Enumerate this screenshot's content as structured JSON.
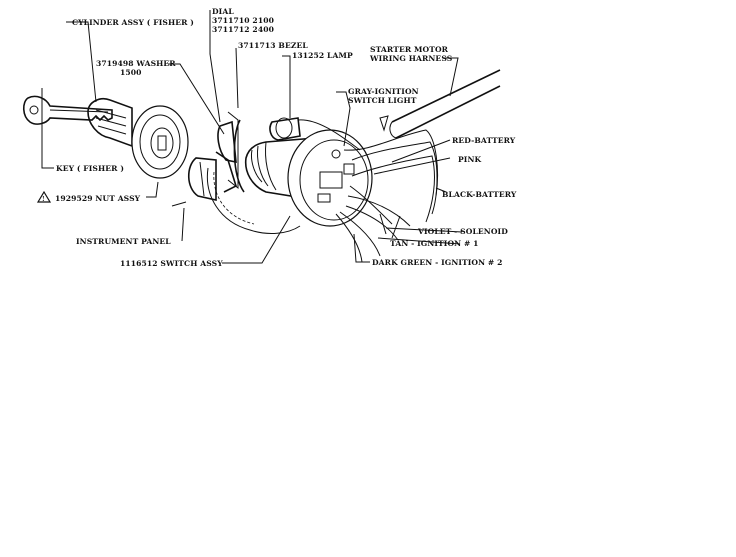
{
  "diagram": {
    "labels": {
      "cylinder": "CYLINDER ASSY ( FISHER )",
      "dial": "DIAL",
      "dial_part_1": "3711710  2100",
      "dial_part_2": "3711712  2400",
      "bezel": "3711713 BEZEL",
      "lamp": "131252 LAMP",
      "starter_1": "STARTER MOTOR",
      "starter_2": "WIRING HARNESS",
      "washer_1": "3719498 WASHER",
      "washer_2": "1500",
      "gray_1": "GRAY-IGNITION",
      "gray_2": "SWITCH LIGHT",
      "red": "RED-BATTERY",
      "pink": "PINK",
      "key": "KEY ( FISHER )",
      "black": "BLACK-BATTERY",
      "nut": "1929529 NUT ASSY",
      "violet": "VIOLET - SOLENOID",
      "tan": "TAN - IGNITION # 1",
      "instrument": "INSTRUMENT PANEL",
      "dark_green": "DARK GREEN - IGNITION # 2",
      "switch": "1116512 SWITCH ASSY"
    }
  }
}
